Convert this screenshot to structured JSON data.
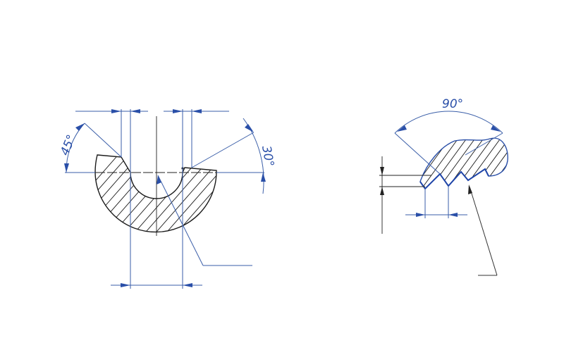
{
  "drawing": {
    "type": "technical-engineering-drawing",
    "background": "#ffffff",
    "colors": {
      "dimension_lines": "#3a5ea8",
      "outline": "#1a1a1a",
      "angle_text": "#2a4fa8"
    },
    "left_part": {
      "description": "semicircular section with semicircular groove, hatched",
      "angles": {
        "left": "45°",
        "right": "30°"
      }
    },
    "right_part": {
      "description": "serrated/threaded profile section, hatched",
      "angles": {
        "top": "90°"
      }
    }
  }
}
